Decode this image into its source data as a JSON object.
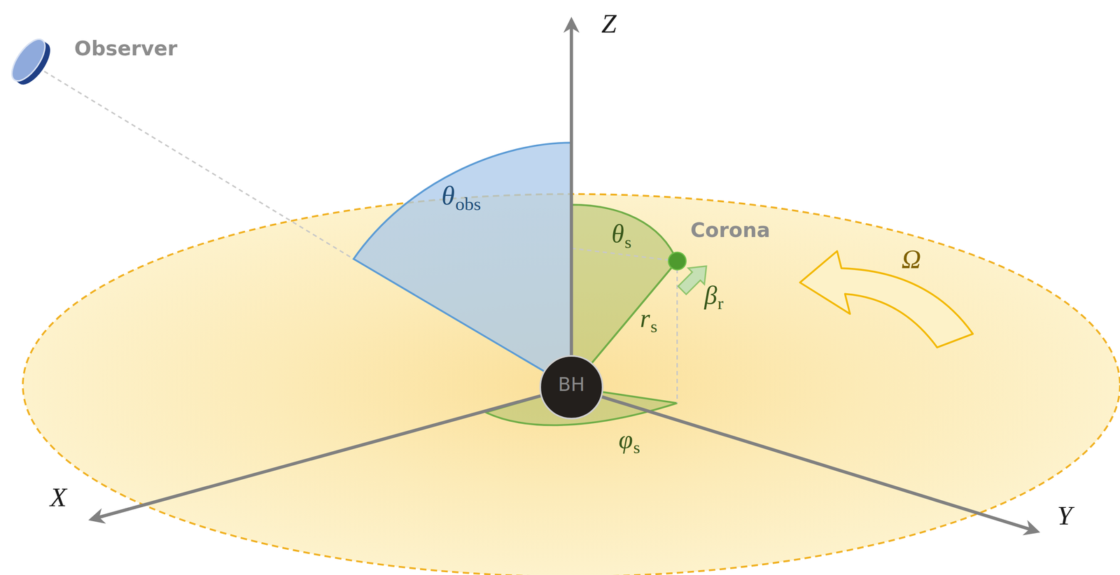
{
  "diagram": {
    "nodes": [
      {
        "text": [
          "Observer"
        ]
      },
      {
        "text": [
          "Corona"
        ]
      },
      {
        "text": [
          "BH"
        ]
      }
    ],
    "edges": [
      {
        "from": 2,
        "to": 1,
        "label": "rs",
        "arrow": "none"
      }
    ],
    "labels": [
      "Z",
      "θobs",
      "θs",
      "βr",
      "φs",
      "Ω",
      "X",
      "Y"
    ]
  }
}
